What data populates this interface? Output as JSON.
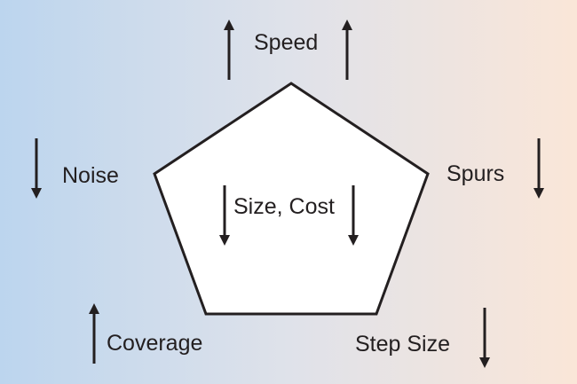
{
  "diagram": {
    "labels": {
      "speed": "Speed",
      "noise": "Noise",
      "spurs": "Spurs",
      "coverage": "Coverage",
      "step_size": "Step Size",
      "size_cost": "Size, Cost"
    },
    "trend_directions": {
      "speed": "up",
      "noise": "down",
      "spurs": "down",
      "coverage": "up",
      "step_size": "down",
      "size_cost": "down"
    },
    "colors": {
      "stroke": "#231f20",
      "pentagon_fill": "#ffffff",
      "background_left": "#bcd5ee",
      "background_right": "#fae6d8"
    }
  }
}
